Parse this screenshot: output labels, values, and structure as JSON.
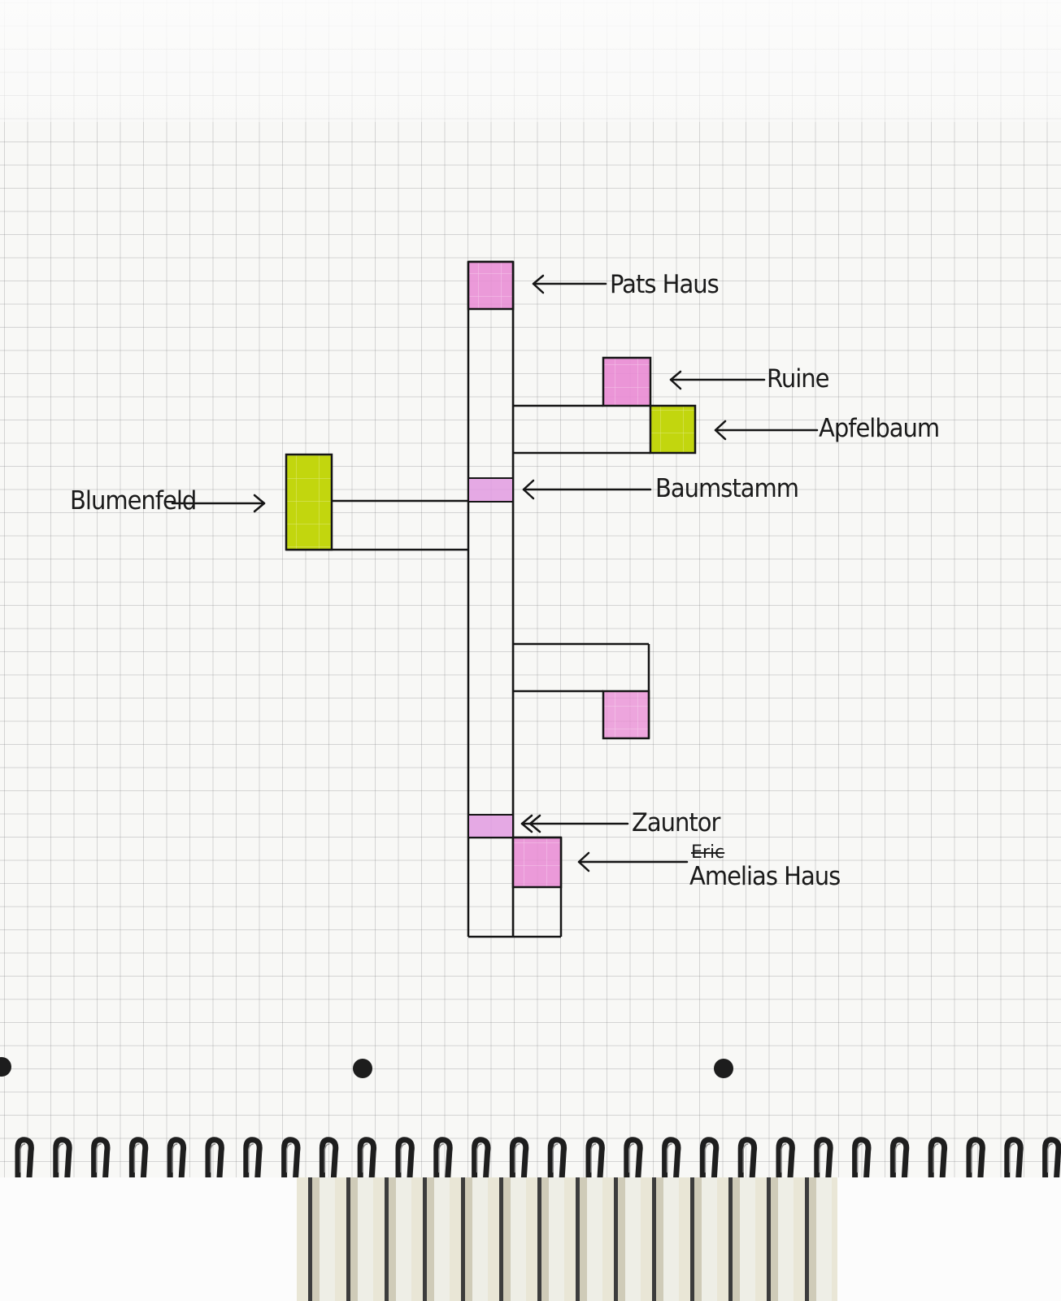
{
  "labels": {
    "pats_haus": "Pats Haus",
    "ruine": "Ruine",
    "apfelbaum": "Apfelbaum",
    "baumstamm": "Baumstamm",
    "blumenfeld": "Blumenfeld",
    "zauntor": "Zauntor",
    "amelias_haus_struck": "Eric",
    "amelias_haus": "Amelias Haus"
  },
  "colors": {
    "pink": "#e98ad4",
    "green": "#c2d60e",
    "ink": "#151515",
    "grid": "#9a9a9a",
    "paper": "#f8f8f6"
  }
}
